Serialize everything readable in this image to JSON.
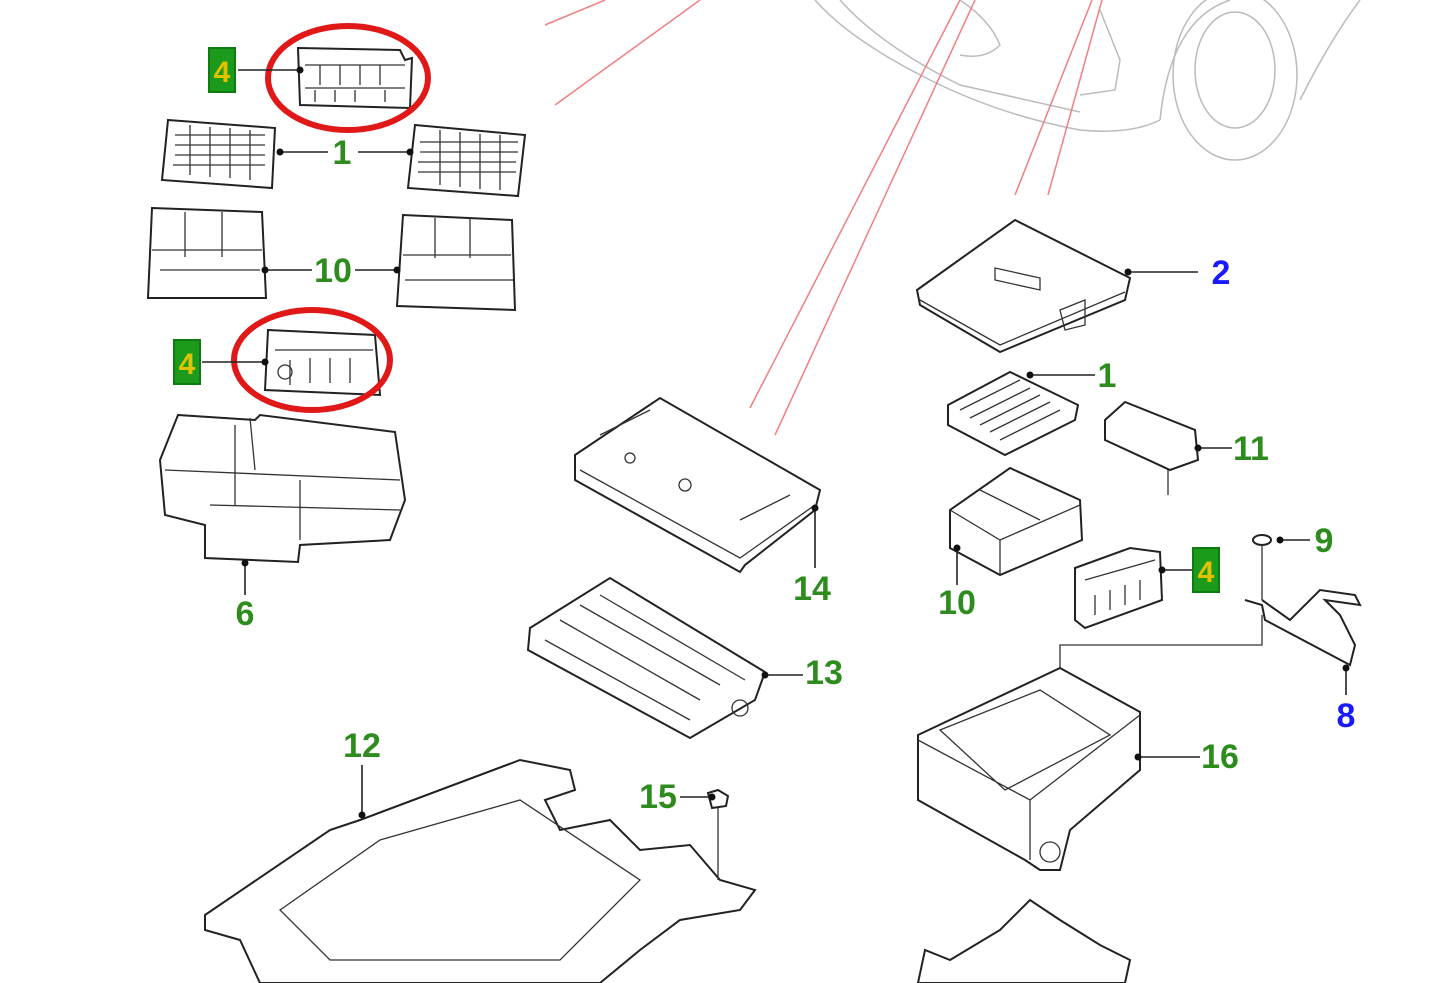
{
  "diagram": {
    "callouts": {
      "c4_top": "4",
      "c1_left": "1",
      "c10_left": "10",
      "c4_mid": "4",
      "c6": "6",
      "c2": "2",
      "c1_right": "1",
      "c11": "11",
      "c14": "14",
      "c9": "9",
      "c10_right": "10",
      "c4_right": "4",
      "c8": "8",
      "c13": "13",
      "c16": "16",
      "c12": "12",
      "c15": "15"
    },
    "colors": {
      "callout_green": "#2e8b1e",
      "callout_blue": "#1a1aff",
      "highlight_red": "#e01818",
      "box_label": "#1b9a1b"
    }
  }
}
